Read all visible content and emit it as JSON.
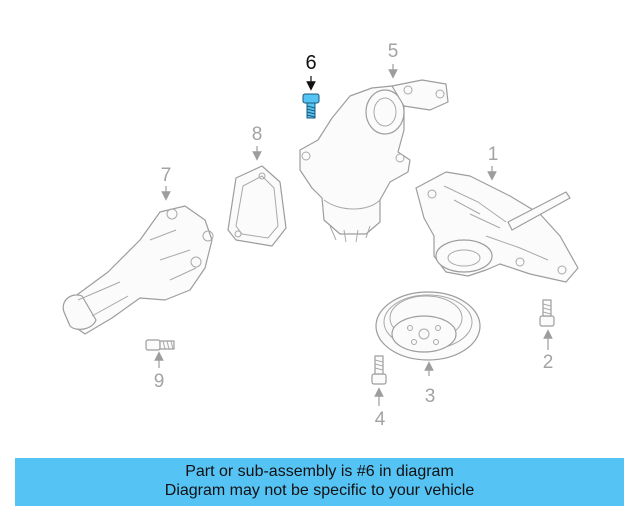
{
  "diagram": {
    "callouts": [
      "1",
      "2",
      "3",
      "4",
      "5",
      "6",
      "7",
      "8",
      "9"
    ],
    "highlighted_callout": "6",
    "highlight_color": "#56c3f5",
    "part_outline_color": "#9d9d9d"
  },
  "banner": {
    "line1": "Part or sub-assembly is #6 in diagram",
    "line2": "Diagram may not be specific to your vehicle",
    "background": "#56c3f5"
  }
}
